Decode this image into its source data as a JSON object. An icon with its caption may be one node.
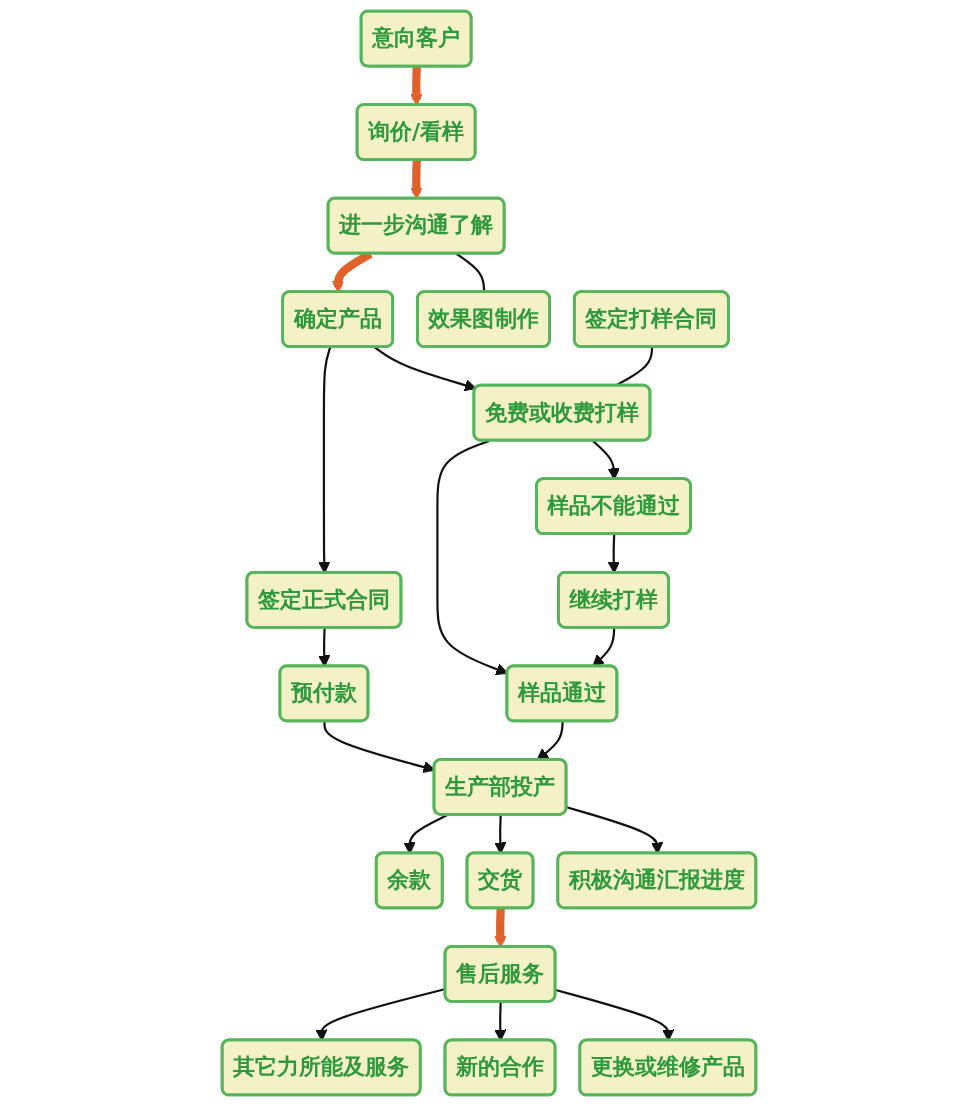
{
  "diagram": {
    "nodes": [
      {
        "text": [
          "意向客户"
        ]
      },
      {
        "text": [
          "询价/看样"
        ]
      },
      {
        "text": [
          "进一步沟通了解"
        ]
      },
      {
        "text": [
          "效果图制作"
        ]
      },
      {
        "text": [
          "确定产品"
        ]
      },
      {
        "text": [
          "签定打样合同"
        ]
      },
      {
        "text": [
          "免费或收费打样"
        ]
      },
      {
        "text": [
          "签定正式合同"
        ]
      },
      {
        "text": [
          "样品不能通过"
        ]
      },
      {
        "text": [
          "样品通过"
        ]
      },
      {
        "text": [
          "预付款"
        ]
      },
      {
        "text": [
          "继续打样"
        ]
      },
      {
        "text": [
          "生产部投产"
        ]
      },
      {
        "text": [
          "积极沟通汇报进度"
        ]
      },
      {
        "text": [
          "交货"
        ]
      },
      {
        "text": [
          "余款"
        ]
      },
      {
        "text": [
          "售后服务"
        ]
      },
      {
        "text": [
          "更换或维修产品"
        ]
      },
      {
        "text": [
          "新的合作"
        ]
      },
      {
        "text": [
          "其它力所能及服务"
        ]
      }
    ],
    "edges": [
      {
        "from": 0,
        "to": 1,
        "arrow": "to",
        "style": "thick",
        "color": "#e0622a"
      },
      {
        "from": 1,
        "to": 2,
        "arrow": "to",
        "style": "thick",
        "color": "#e0622a"
      },
      {
        "from": 2,
        "to": 3,
        "arrow": "none"
      },
      {
        "from": 2,
        "to": 4,
        "arrow": "to",
        "style": "thick",
        "color": "#e0622a"
      },
      {
        "from": 4,
        "to": 6,
        "arrow": "to"
      },
      {
        "from": 4,
        "to": 7,
        "arrow": "to"
      },
      {
        "from": 5,
        "to": 6,
        "arrow": "none"
      },
      {
        "from": 6,
        "to": 8,
        "arrow": "to"
      },
      {
        "from": 6,
        "to": 9,
        "arrow": "to"
      },
      {
        "from": 7,
        "to": 10,
        "arrow": "to"
      },
      {
        "from": 8,
        "to": 11,
        "arrow": "to"
      },
      {
        "from": 11,
        "to": 9,
        "arrow": "to"
      },
      {
        "from": 9,
        "to": 12,
        "arrow": "to"
      },
      {
        "from": 10,
        "to": 12,
        "arrow": "to"
      },
      {
        "from": 12,
        "to": 13,
        "arrow": "to"
      },
      {
        "from": 12,
        "to": 14,
        "arrow": "to"
      },
      {
        "from": 12,
        "to": 15,
        "arrow": "to"
      },
      {
        "from": 14,
        "to": 16,
        "arrow": "to",
        "style": "thick",
        "color": "#e0622a"
      },
      {
        "from": 16,
        "to": 17,
        "arrow": "to"
      },
      {
        "from": 16,
        "to": 18,
        "arrow": "to"
      },
      {
        "from": 16,
        "to": 19,
        "arrow": "to"
      }
    ]
  }
}
